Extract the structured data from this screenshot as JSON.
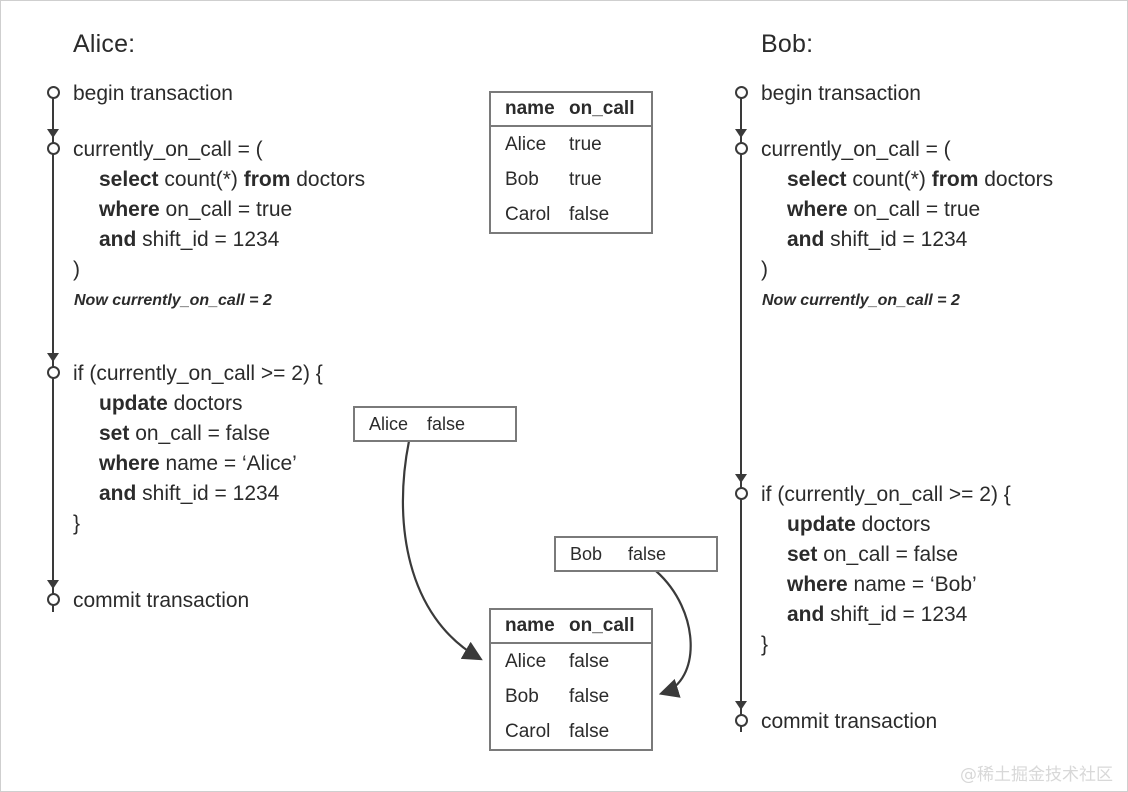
{
  "diagram": {
    "watermark": "@稀土掘金技术社区",
    "colors": {
      "stroke": "#3a3a3a",
      "table_border": "#7a7a7a",
      "text": "#2b2b2b",
      "frame": "#cfcfcf",
      "watermark": "#d8d8d8"
    }
  },
  "alice": {
    "title": "Alice:",
    "steps": {
      "begin": "begin transaction",
      "commit": "commit transaction",
      "select_line1": "currently_on_call = (",
      "select_kw1": "select",
      "select_rest1": " count(*) ",
      "select_kw2": "from",
      "select_rest2": " doctors",
      "select_kw3": "where",
      "select_rest3": " on_call = true",
      "select_kw4": "and",
      "select_rest4": " shift_id = 1234",
      "select_close": ")",
      "note": "Now currently_on_call = 2",
      "if_line": "if (currently_on_call >= 2) {",
      "update_kw": "update",
      "update_rest": " doctors",
      "set_kw": "set",
      "set_rest": " on_call = false",
      "where_kw": "where",
      "where_rest": " name = ‘Alice’",
      "and_kw": "and",
      "and_rest": " shift_id = 1234",
      "close_brace": "}"
    }
  },
  "bob": {
    "title": "Bob:",
    "steps": {
      "begin": "begin transaction",
      "commit": "commit transaction",
      "select_line1": "currently_on_call = (",
      "select_kw1": "select",
      "select_rest1": " count(*) ",
      "select_kw2": "from",
      "select_rest2": " doctors",
      "select_kw3": "where",
      "select_rest3": " on_call = true",
      "select_kw4": "and",
      "select_rest4": " shift_id = 1234",
      "select_close": ")",
      "note": "Now currently_on_call = 2",
      "if_line": "if (currently_on_call >= 2) {",
      "update_kw": "update",
      "update_rest": " doctors",
      "set_kw": "set",
      "set_rest": " on_call = false",
      "where_kw": "where",
      "where_rest": " name = ‘Bob’",
      "and_kw": "and",
      "and_rest": " shift_id = 1234",
      "close_brace": "}"
    }
  },
  "table_before": {
    "columns": [
      "name",
      "on_call"
    ],
    "rows": [
      [
        "Alice",
        "true"
      ],
      [
        "Bob",
        "true"
      ],
      [
        "Carol",
        "false"
      ]
    ]
  },
  "table_after": {
    "columns": [
      "name",
      "on_call"
    ],
    "rows": [
      [
        "Alice",
        "false"
      ],
      [
        "Bob",
        "false"
      ],
      [
        "Carol",
        "false"
      ]
    ]
  },
  "message_alice": {
    "name": "Alice",
    "value": "false"
  },
  "message_bob": {
    "name": "Bob",
    "value": "false"
  }
}
